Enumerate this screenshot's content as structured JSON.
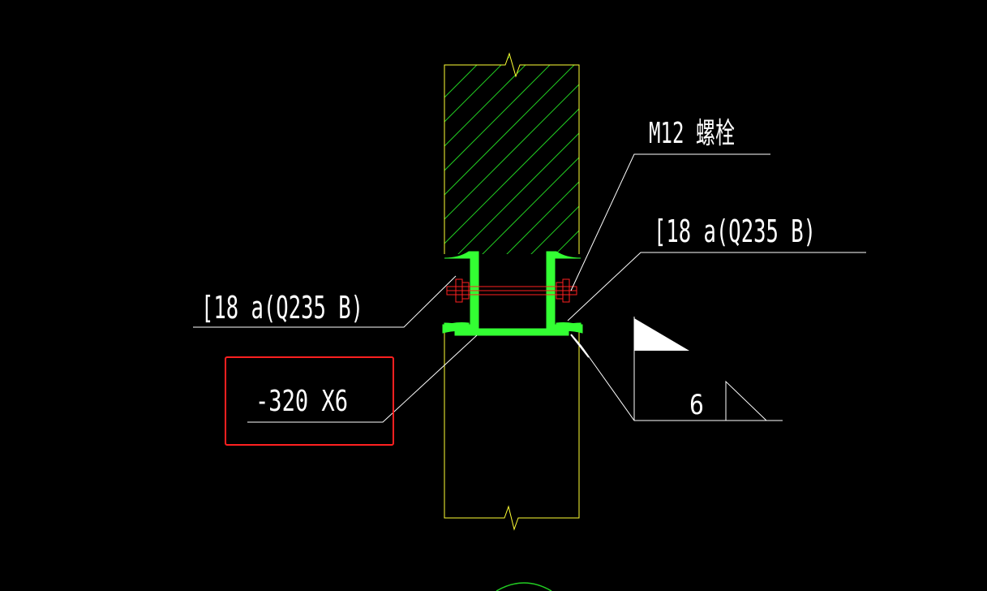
{
  "labels": {
    "bolt": "M12 螺栓",
    "channel_right": "[18 a(Q235 B)",
    "channel_left": "[18 a(Q235 B)",
    "plate": "-320 X6",
    "weld_size": "6"
  },
  "colors": {
    "background": "#000000",
    "wall_outline": "#ffff33",
    "hatch": "#22cc22",
    "steel": "#33ff33",
    "bolt": "#ff2020",
    "leader": "#ffffff",
    "highlight_box": "#ff2020"
  },
  "icons": [
    "weld-flag-icon",
    "fillet-weld-icon",
    "arrowhead-icon"
  ]
}
